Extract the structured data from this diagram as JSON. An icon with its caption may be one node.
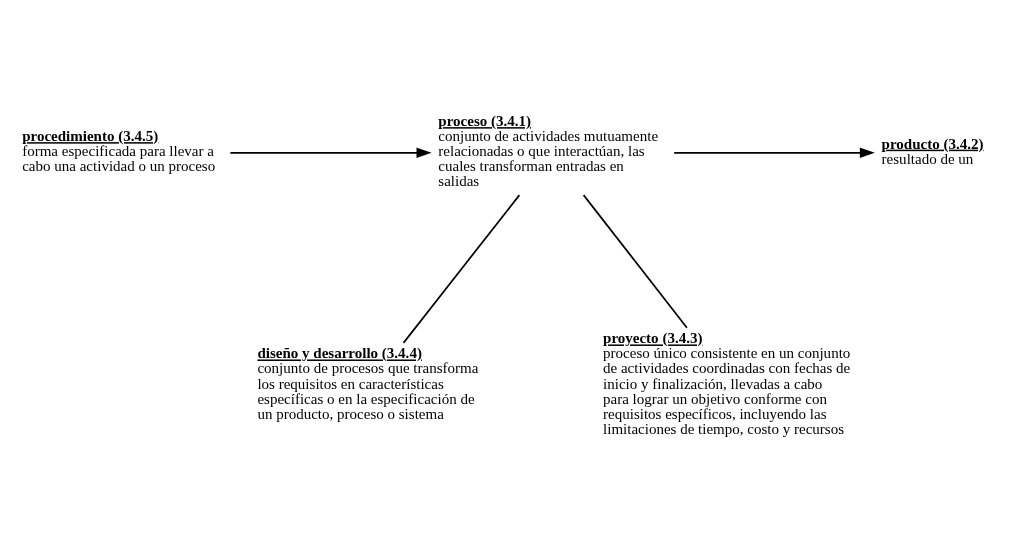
{
  "diagram": {
    "nodes": [
      {
        "text": [
          "procedimiento (3.4.5)",
          "forma especificada para llevar a cabo una actividad o un proceso"
        ]
      },
      {
        "text": [
          "proceso (3.4.1)",
          "conjunto de actividades mutuamente relacionadas o que interactúan, las cuales transforman entradas en salidas"
        ]
      },
      {
        "text": [
          "producto (3.4.2)",
          "resultado de un"
        ]
      },
      {
        "text": [
          "diseño y desarrollo (3.4.4)",
          "conjunto de procesos que transforma los requisitos en características específicas o en la especificación de un producto, proceso o sistema"
        ]
      },
      {
        "text": [
          "proyecto (3.4.3)",
          "proceso único consistente en un conjunto de actividades coordinadas con fechas de inicio y finalización, llevadas a cabo para lograr un objetivo conforme con requisitos específicos, incluyendo las limitaciones de tiempo, costo y recursos"
        ]
      }
    ],
    "edges": [
      {
        "from": 0,
        "to": 1,
        "arrow": "to"
      },
      {
        "from": 1,
        "to": 2,
        "arrow": "to"
      },
      {
        "from": 1,
        "to": 3,
        "arrow": "none"
      },
      {
        "from": 1,
        "to": 4,
        "arrow": "none"
      }
    ]
  }
}
